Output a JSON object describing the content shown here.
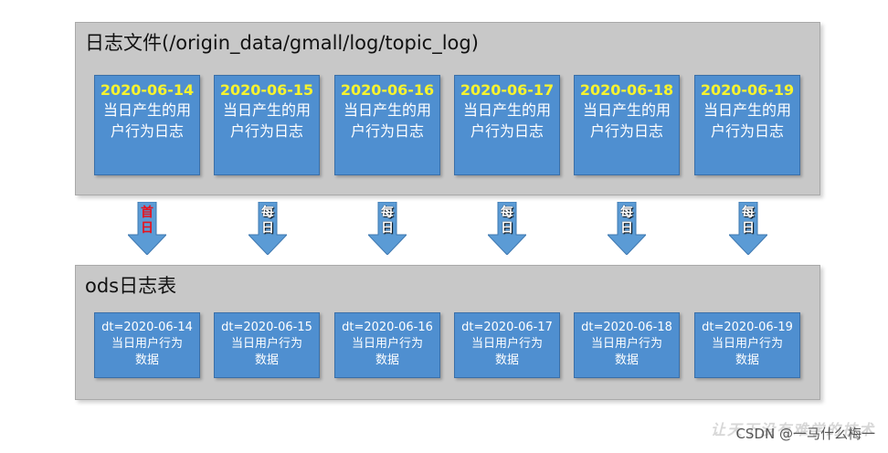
{
  "top_panel": {
    "title": "日志文件(/origin_data/gmall/log/topic_log)",
    "files": [
      {
        "date": "2020-06-14",
        "desc": "当日产生的用户行为日志"
      },
      {
        "date": "2020-06-15",
        "desc": "当日产生的用户行为日志"
      },
      {
        "date": "2020-06-16",
        "desc": "当日产生的用户行为日志"
      },
      {
        "date": "2020-06-17",
        "desc": "当日产生的用户行为日志"
      },
      {
        "date": "2020-06-18",
        "desc": "当日产生的用户行为日志"
      },
      {
        "date": "2020-06-19",
        "desc": "当日产生的用户行为日志"
      }
    ]
  },
  "arrows": [
    {
      "label_top": "首",
      "label_bottom": "日",
      "first": true
    },
    {
      "label_top": "每",
      "label_bottom": "日",
      "first": false
    },
    {
      "label_top": "每",
      "label_bottom": "日",
      "first": false
    },
    {
      "label_top": "每",
      "label_bottom": "日",
      "first": false
    },
    {
      "label_top": "每",
      "label_bottom": "日",
      "first": false
    },
    {
      "label_top": "每",
      "label_bottom": "日",
      "first": false
    }
  ],
  "bottom_panel": {
    "title": "ods日志表",
    "partitions": [
      {
        "line1": "dt=2020-06-14",
        "line2": "当日用户行为",
        "line3": "数据"
      },
      {
        "line1": "dt=2020-06-15",
        "line2": "当日用户行为",
        "line3": "数据"
      },
      {
        "line1": "dt=2020-06-16",
        "line2": "当日用户行为",
        "line3": "数据"
      },
      {
        "line1": "dt=2020-06-17",
        "line2": "当日用户行为",
        "line3": "数据"
      },
      {
        "line1": "dt=2020-06-18",
        "line2": "当日用户行为",
        "line3": "数据"
      },
      {
        "line1": "dt=2020-06-19",
        "line2": "当日用户行为",
        "line3": "数据"
      }
    ]
  },
  "colors": {
    "panel_bg": "#c8c8c8",
    "card_bg": "#4f8fd0",
    "date_text": "#f7f32e",
    "first_day_label": "#e8121c"
  },
  "watermark": {
    "text": "CSDN @一马什么梅一",
    "background_text": "让天下没有难学的技术"
  }
}
